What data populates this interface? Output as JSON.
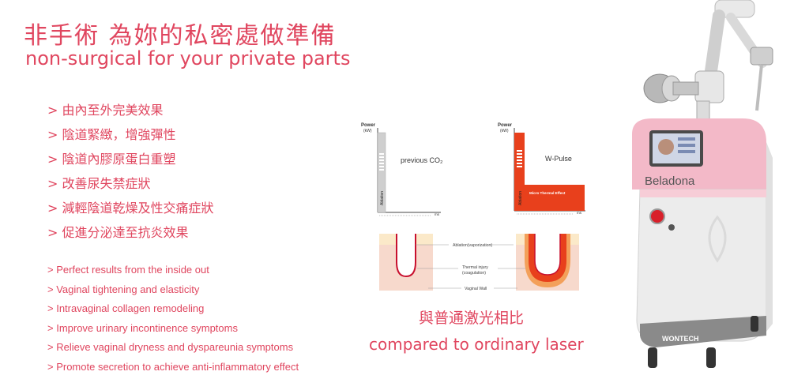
{
  "header": {
    "title_zh": "非手術 為妳的私密處做準備",
    "title_en": "non-surgical for your private parts"
  },
  "benefits_zh": [
    "> 由內至外完美效果",
    "> 陰道緊緻，增強彈性",
    "> 陰道內膠原蛋白重塑",
    "> 改善尿失禁症狀",
    "> 減輕陰道乾燥及性交痛症狀",
    "> 促進分泌達至抗炎效果"
  ],
  "benefits_en": [
    "> Perfect results from the inside out",
    "> Vaginal tightening and elasticity",
    "> Intravaginal collagen remodeling",
    "> Improve urinary incontinence symptoms",
    "> Relieve vaginal dryness and dyspareunia symptoms",
    "> Promote secretion to achieve anti-inflammatory effect"
  ],
  "comparison": {
    "power_label": "Power",
    "power_unit": "(kW)",
    "time_unit": "ms",
    "ablation_label": "Ablation",
    "previous_label": "previous CO₂",
    "wpulse_label": "W-Pulse",
    "micro_thermal_label": "Micro Thermal Effect",
    "tissue_labels": {
      "ablation": "Ablation(vaporization)",
      "thermal_1": "Thermal injury",
      "thermal_2": "(coagulation)",
      "wall": "Vaginal Wall"
    },
    "caption_zh": "與普通激光相比",
    "caption_en": "compared to ordinary laser"
  },
  "device": {
    "brand": "Beladona",
    "maker": "WONTECH"
  },
  "colors": {
    "accent": "#e0465f",
    "pulse_red": "#e8401c",
    "co2_gray": "#cfcfcf",
    "device_pink": "#f3b9c8",
    "skin": "#f7d9cc"
  }
}
